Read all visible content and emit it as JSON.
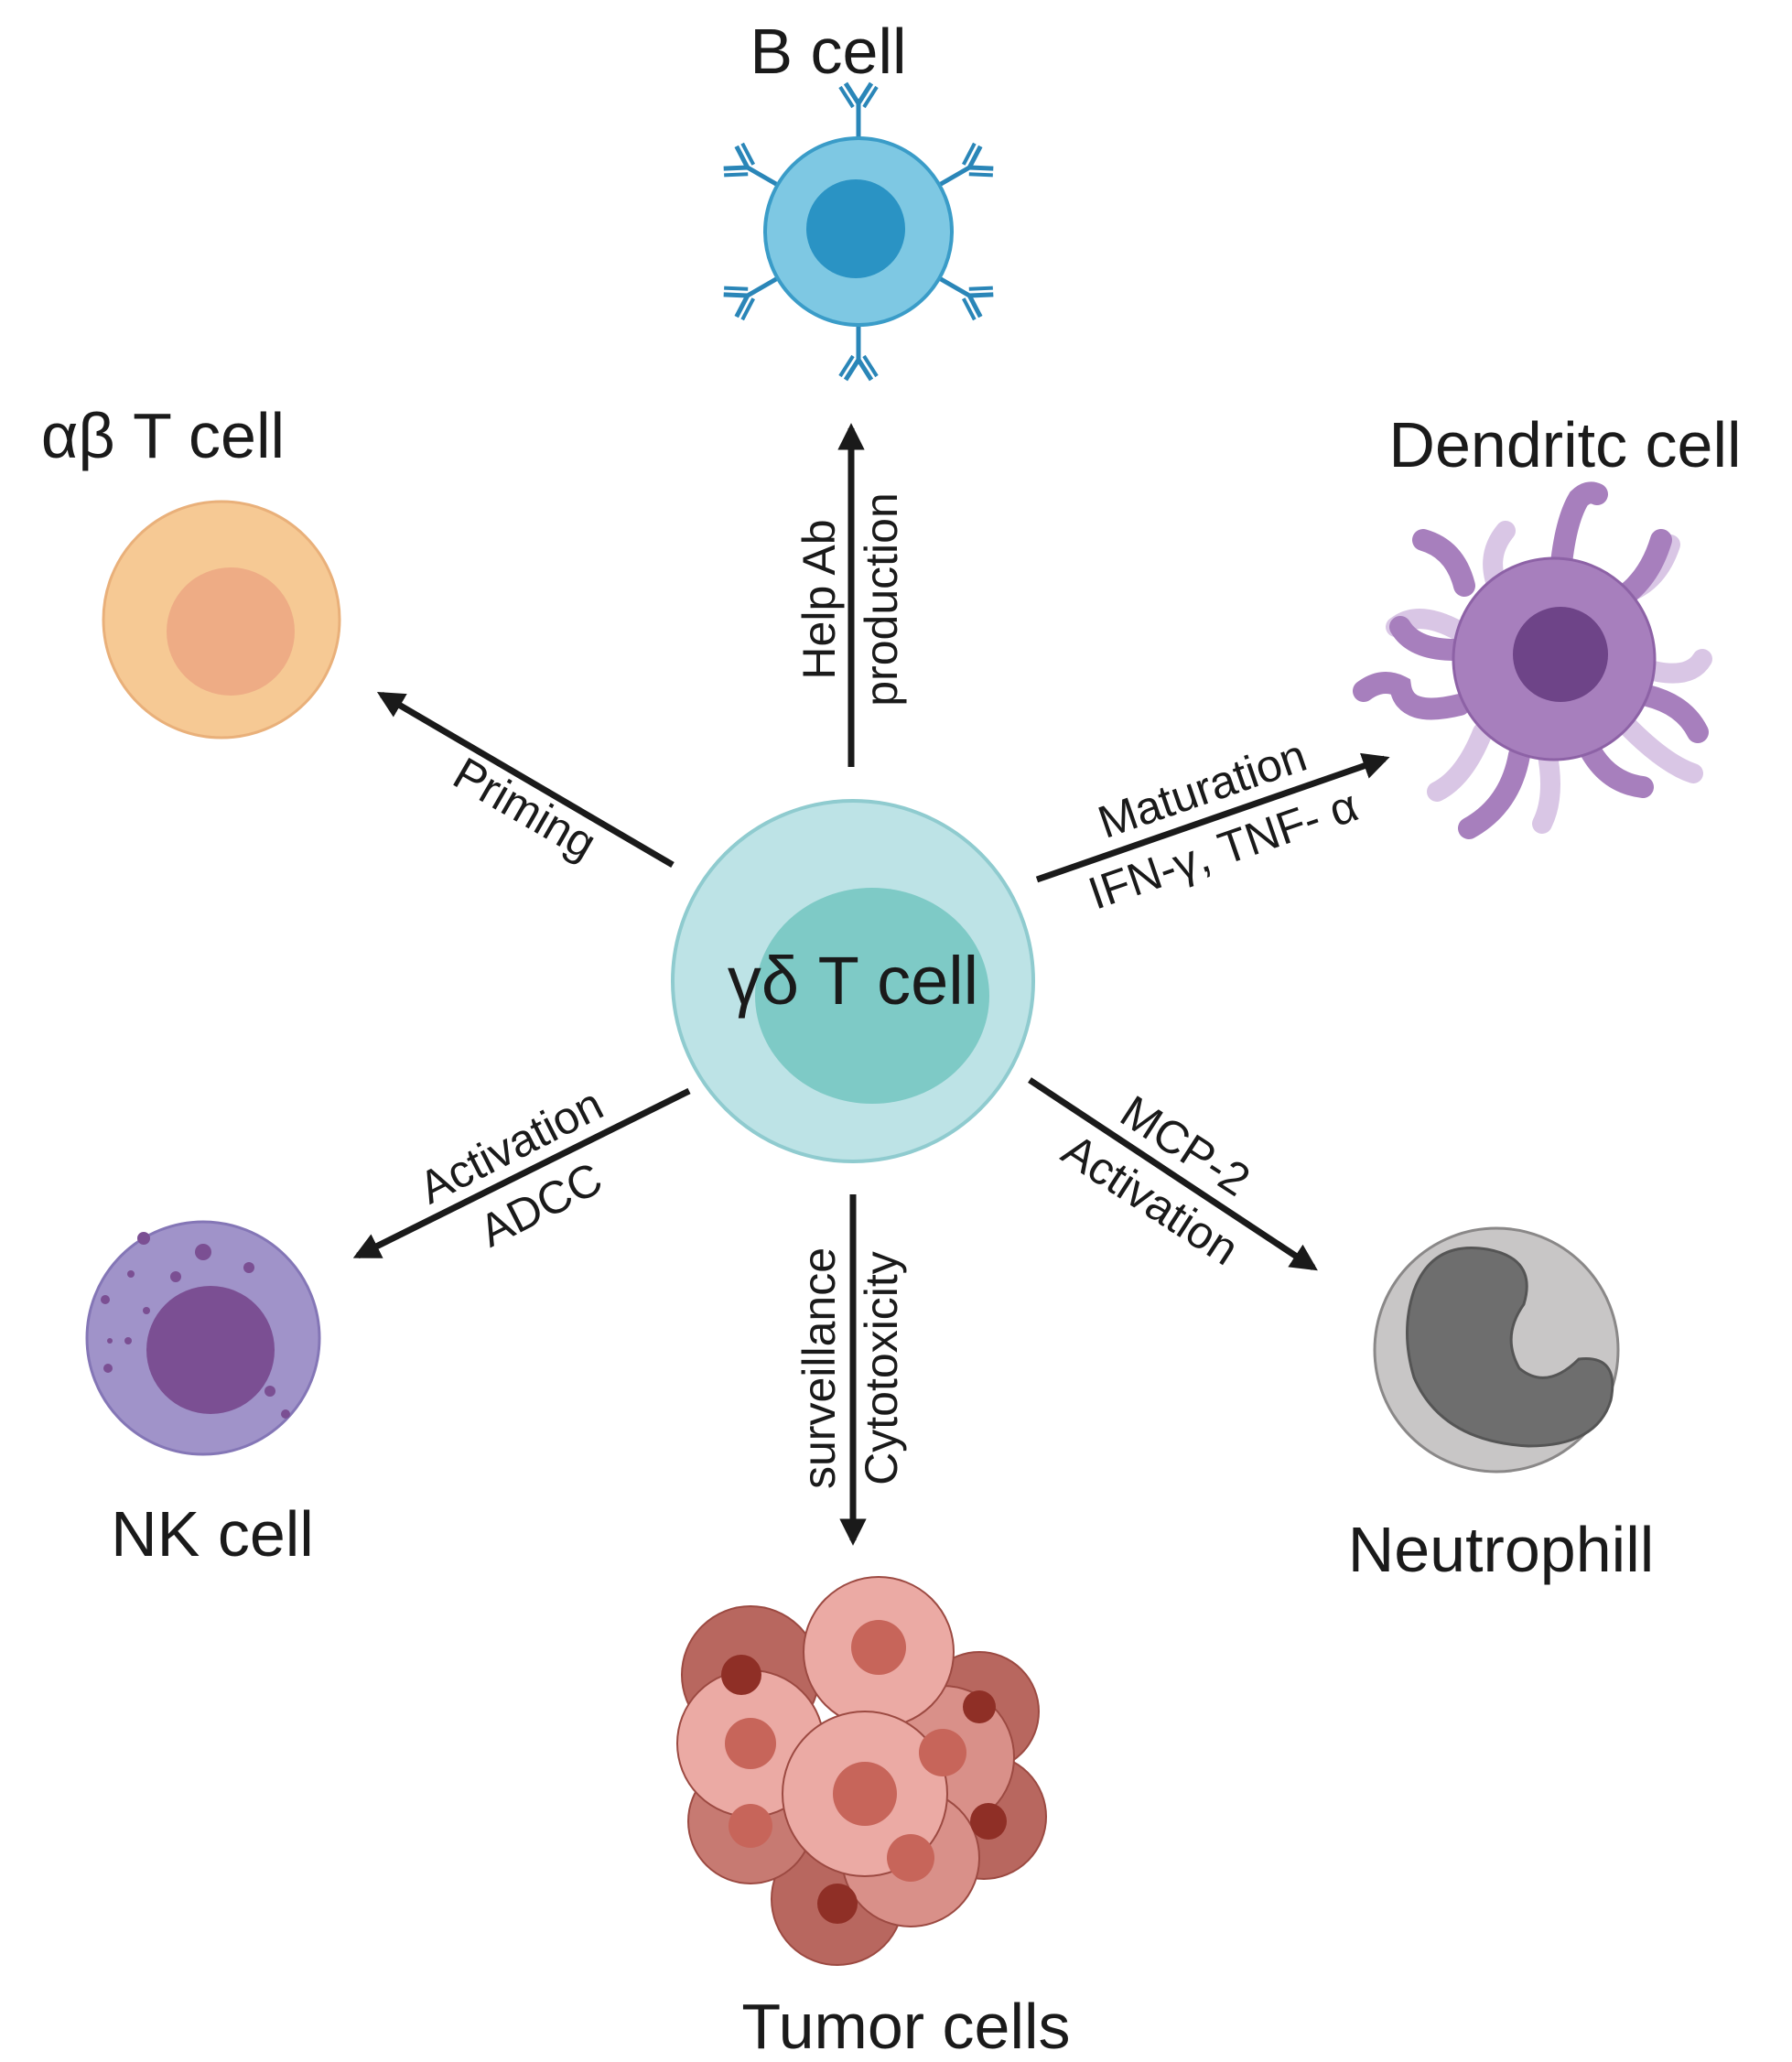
{
  "center": {
    "label": "γδ T cell"
  },
  "cells": {
    "b_cell": "B cell",
    "ab_t_cell": "αβ T cell",
    "dendritic_cell": "Dendritc cell",
    "nk_cell": "NK cell",
    "neutrophil": "Neutrophill",
    "tumor_cells": "Tumor cells"
  },
  "arrows": {
    "b_cell": [
      "Help Ab",
      "production"
    ],
    "ab_t_cell": [
      "Priming"
    ],
    "dendritic_cell": [
      "Maturation",
      "IFN-γ, TNF- α"
    ],
    "nk_cell": [
      "Activation",
      "ADCC"
    ],
    "neutrophil": [
      "MCP-2",
      "Activation"
    ],
    "tumor_cells": [
      "surveillance",
      "Cytotoxicity"
    ]
  },
  "colors": {
    "arrow": "#1a1a1a",
    "gd_outer": "#bde3e6",
    "gd_inner": "#7ecac6",
    "b_outer": "#7ec8e3",
    "b_inner": "#2a93c4",
    "antibody": "#2a86b8",
    "ab_outer": "#f6c994",
    "ab_inner": "#eeac85",
    "dc_body": "#a77fbd",
    "dc_nucleus": "#6e4488",
    "dc_faint": "#d9c6e5",
    "nk_outer": "#a093c9",
    "nk_inner": "#7b4f93",
    "neut_outer": "#c8c6c6",
    "neut_inner": "#6e6e6e",
    "tumor_dark": "#b8675f",
    "tumor_mid": "#d99089",
    "tumor_light": "#ebaaa4",
    "tumor_nucleus": "#c7655a",
    "tumor_deep": "#8f2f26"
  }
}
